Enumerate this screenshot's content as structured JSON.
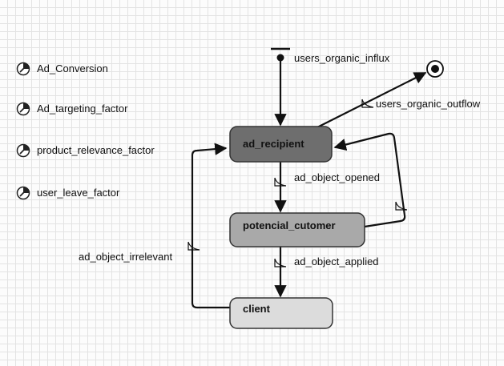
{
  "parameters": [
    {
      "label": "Ad_Conversion",
      "icon": "parameter-icon"
    },
    {
      "label": "Ad_targeting_factor",
      "icon": "parameter-icon"
    },
    {
      "label": "product_relevance_factor",
      "icon": "parameter-icon"
    },
    {
      "label": "user_leave_factor",
      "icon": "parameter-icon"
    }
  ],
  "states": {
    "ad_recipient": {
      "label": "ad_recipient",
      "fill": "#6e6e6e"
    },
    "potencial_cutomer": {
      "label": "potencial_cutomer",
      "fill": "#a9a9a9"
    },
    "client": {
      "label": "client",
      "fill": "#dcdcdc"
    }
  },
  "transitions": {
    "users_organic_influx": "users_organic_influx",
    "users_organic_outflow": "users_organic_outflow",
    "ad_object_opened": "ad_object_opened",
    "ad_object_applied": "ad_object_applied",
    "ad_object_irrelevant": "ad_object_irrelevant"
  },
  "icons": {
    "initial": "initial-state-icon",
    "final": "final-state-icon",
    "rate": "rate-transition-icon"
  },
  "colors": {
    "line": "#111111",
    "state_stroke": "#333333"
  }
}
